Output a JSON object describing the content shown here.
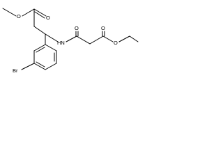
{
  "structure": {
    "atoms": {
      "o_ester_top_single": "O",
      "o_ester_top_double": "O",
      "br": "Br",
      "nh": "HN",
      "o_amide": "O",
      "o_ester_right_double": "O",
      "o_ester_right_single": "O"
    }
  },
  "colors": {
    "bond": "#000000",
    "text": "#000000",
    "background": "#ffffff"
  }
}
